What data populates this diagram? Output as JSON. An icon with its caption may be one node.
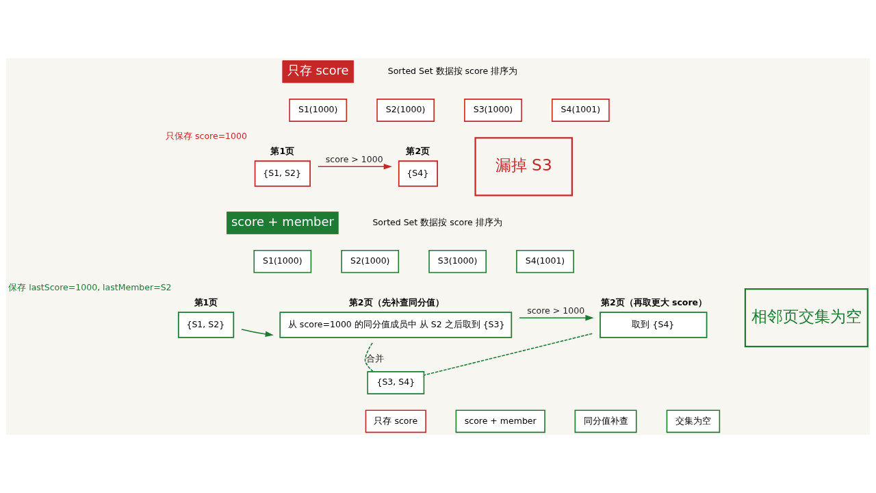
{
  "diagram": {
    "nodes": [
      {
        "text": [
          "只存 score"
        ]
      },
      {
        "text": [
          "S1(1000)"
        ]
      },
      {
        "text": [
          "S2(1000)"
        ]
      },
      {
        "text": [
          "S3(1000)"
        ]
      },
      {
        "text": [
          "S4(1001)"
        ]
      },
      {
        "text": [
          "第1页",
          "{S1, S2}"
        ],
        "beside": [
          "只保存 score=1000"
        ]
      },
      {
        "text": [
          "第2页",
          "{S4}"
        ]
      },
      {
        "text": [
          "漏掉 S3"
        ]
      },
      {
        "text": [
          "score + member"
        ]
      },
      {
        "text": [
          "S1(1000)"
        ]
      },
      {
        "text": [
          "S2(1000)"
        ]
      },
      {
        "text": [
          "S3(1000)"
        ]
      },
      {
        "text": [
          "S4(1001)"
        ]
      },
      {
        "text": [
          "第1页",
          "{S1, S2}"
        ],
        "beside": [
          "保存 lastScore=1000, lastMember=S2"
        ]
      },
      {
        "text": [
          "第2页（先补查同分值）",
          "从 score=1000 的同分值成员中 从 S2 之后取到 {S3}"
        ]
      },
      {
        "text": [
          "第2页（再取更大 score）",
          "取到 {S4}"
        ]
      },
      {
        "text": [
          "{S3, S4}"
        ]
      },
      {
        "text": [
          "相邻页交集为空"
        ]
      },
      {
        "text": [
          "只存 score"
        ]
      },
      {
        "text": [
          "score + member"
        ]
      },
      {
        "text": [
          "同分值补查"
        ]
      },
      {
        "text": [
          "交集为空"
        ]
      }
    ],
    "edges": [
      {
        "from": 5,
        "to": 6,
        "arrow": "to",
        "label": "score > 1000",
        "color": "#c62828"
      },
      {
        "from": 13,
        "to": 14,
        "arrow": "to"
      },
      {
        "from": 14,
        "to": 15,
        "arrow": "to",
        "label": "score > 1000"
      },
      {
        "from": 14,
        "to": 16,
        "arrow": "none",
        "style": "dashed",
        "label": "合并"
      },
      {
        "from": 15,
        "to": 16,
        "arrow": "none",
        "style": "dashed"
      }
    ],
    "labels": [
      "Sorted Set 数据按 score 排序为",
      "Sorted Set 数据按 score 排序为"
    ]
  }
}
